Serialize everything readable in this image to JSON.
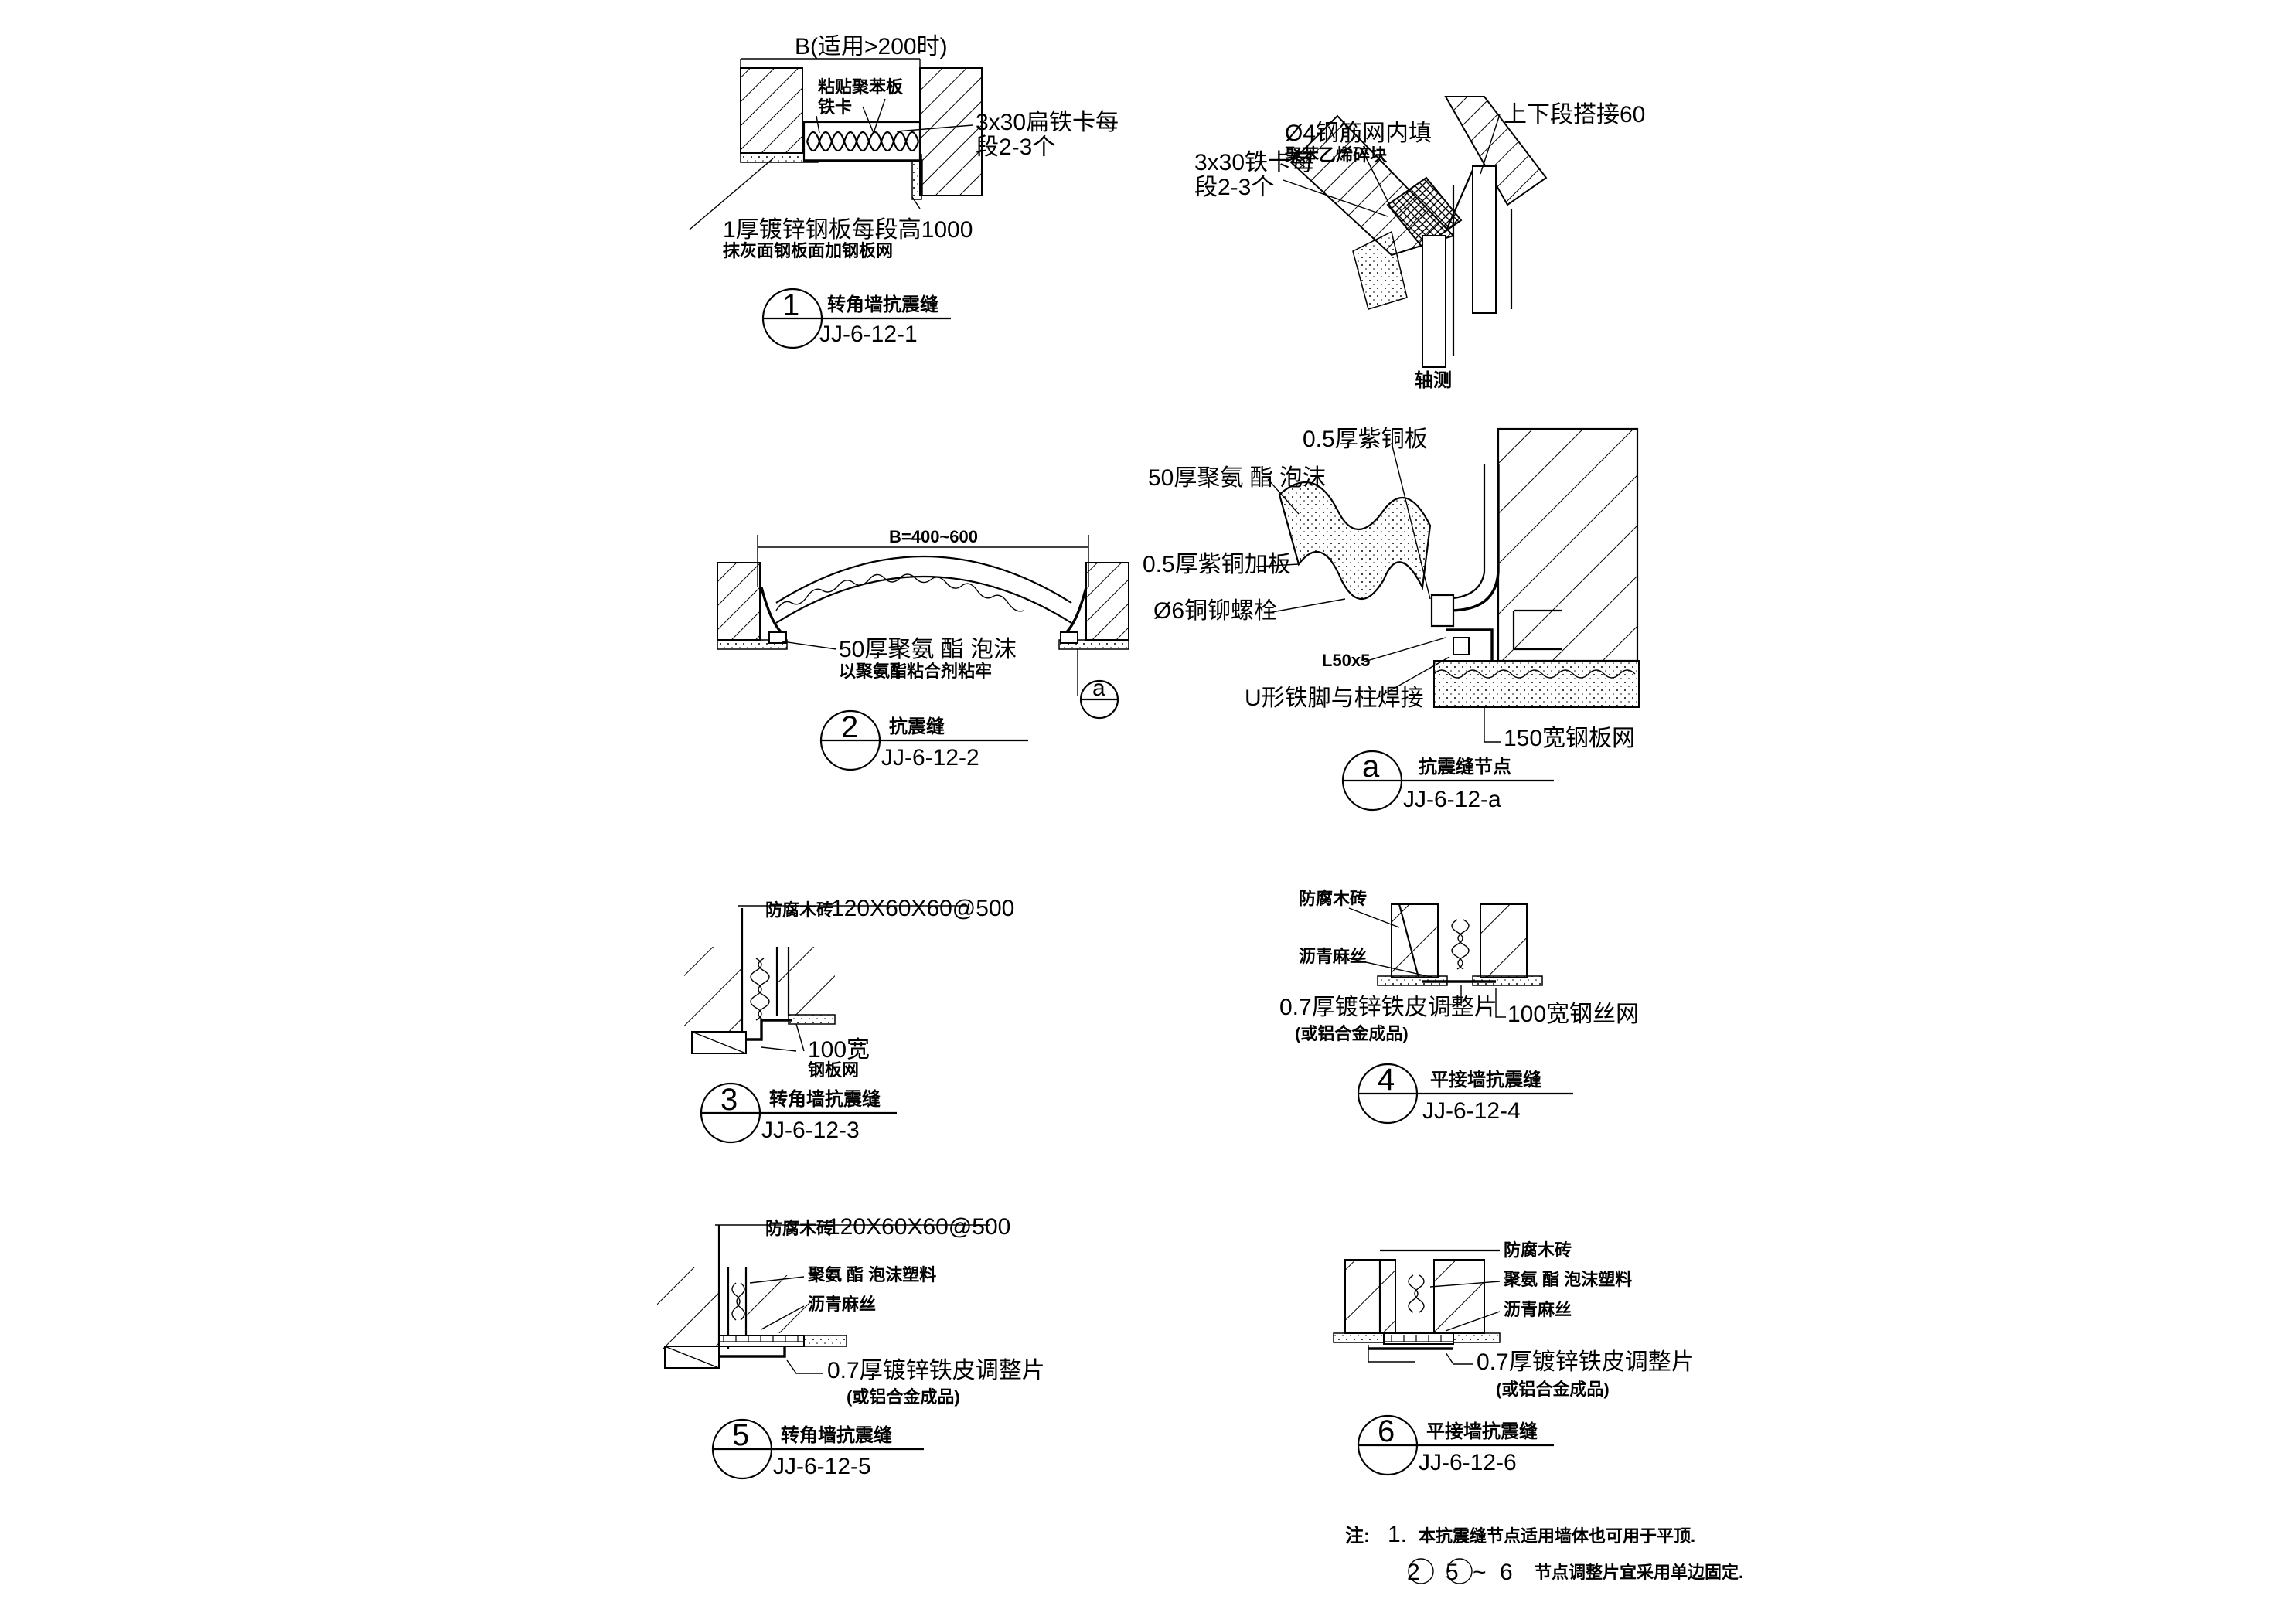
{
  "d1": {
    "top_label": "B(适用>200时)",
    "label_a": "粘贴聚苯板",
    "label_b": "铁卡",
    "label_c": "3x30扁铁卡每",
    "label_d": "段2-3个",
    "label_e": "1厚镀锌钢板每段高1000",
    "label_f": "抹灰面钢板面加钢板网",
    "num": "1",
    "title": "转角墙抗震缝",
    "code": "JJ-6-12-1"
  },
  "axo": {
    "label_a": "Ø4钢筋网内填",
    "label_b": "聚苯乙烯碎块",
    "label_c": "3x30铁卡每",
    "label_d": "段2-3个",
    "label_e": "上下段搭接60",
    "caption": "轴测"
  },
  "d2": {
    "dim": "B=400~600",
    "label_a": "50厚聚氨  酯  泡沫",
    "label_b": "以聚氨酯粘合剂粘牢",
    "ref": "a",
    "num": "2",
    "title": "抗震缝",
    "code": "JJ-6-12-2"
  },
  "da": {
    "label_a": "0.5厚紫铜板",
    "label_b": "50厚聚氨  酯  泡沫",
    "label_c": "0.5厚紫铜加板",
    "label_d": "Ø6铜铆螺栓",
    "label_e": "L50x5",
    "label_f": "U形铁脚与柱焊接",
    "label_g": "150宽钢板网",
    "num": "a",
    "title": "抗震缝节点",
    "code": "JJ-6-12-a"
  },
  "d3": {
    "label_a": "防腐木砖",
    "label_b": "120X60X60@500",
    "label_c": "100宽",
    "label_d": "钢板网",
    "num": "3",
    "title": "转角墙抗震缝",
    "code": "JJ-6-12-3"
  },
  "d4": {
    "label_a": "防腐木砖",
    "label_b": "沥青麻丝",
    "label_c": "0.7厚镀锌铁皮调整片",
    "label_d": "(或铝合金成品)",
    "label_e": "100宽钢丝网",
    "num": "4",
    "title": "平接墙抗震缝",
    "code": "JJ-6-12-4"
  },
  "d5": {
    "label_a": "防腐木砖",
    "label_b": "120X60X60@500",
    "label_c": "聚氨  酯  泡沫塑料",
    "label_d": "沥青麻丝",
    "label_e": "0.7厚镀锌铁皮调整片",
    "label_f": "(或铝合金成品)",
    "num": "5",
    "title": "转角墙抗震缝",
    "code": "JJ-6-12-5"
  },
  "d6": {
    "label_a": "防腐木砖",
    "label_b": "聚氨  酯  泡沫塑料",
    "label_c": "沥青麻丝",
    "label_d": "0.7厚镀锌铁皮调整片",
    "label_e": "(或铝合金成品)",
    "num": "6",
    "title": "平接墙抗震缝",
    "code": "JJ-6-12-6"
  },
  "notes": {
    "prefix": "注:",
    "n1_num": "1.",
    "n1_text": "本抗震缝节点适用墙体也可用于平顶.",
    "n2_a": "2",
    "n2_b": "5",
    "n2_c": "~",
    "n2_d": "6",
    "n2_text": "节点调整片宜采用单边固定."
  }
}
